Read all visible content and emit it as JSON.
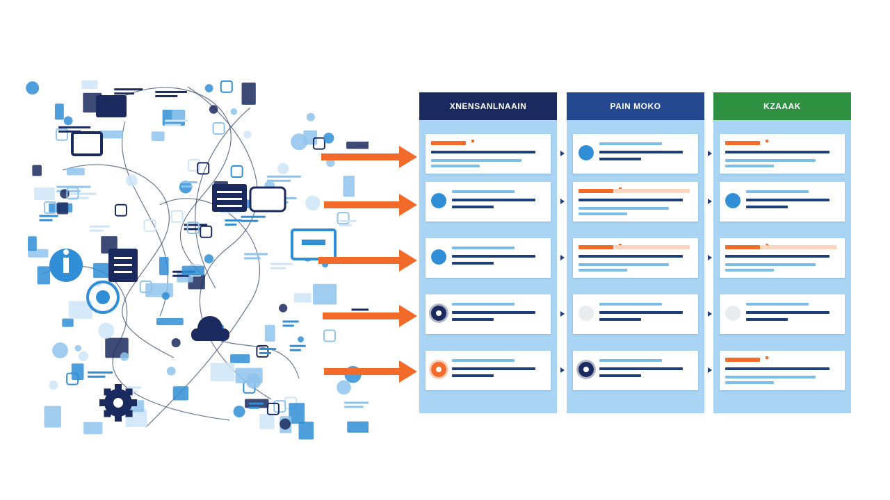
{
  "columns": [
    {
      "id": "col-1",
      "title": "XNENSANLNAAIN",
      "header_color": "#1b2a5e"
    },
    {
      "id": "col-2",
      "title": "PAIN MOKO",
      "header_color": "#23488f"
    },
    {
      "id": "col-3",
      "title": "KZAAAK",
      "header_color": "#2e9142"
    }
  ],
  "colors": {
    "column_bg": "#a9d4f3",
    "arrow": "#f26b2a",
    "card_bg": "#ffffff",
    "text_bar_dark": "#1f3f7a",
    "text_bar_light": "#79bde8",
    "highlight": "#f26b2a",
    "icon_blue": "#2f8ed6",
    "icon_navy": "#1b2a5e",
    "icon_orange": "#f26b2a",
    "icon_gray": "#e8ecef"
  },
  "cards": [
    [
      {
        "icon": "none",
        "style": "orange-heading"
      },
      {
        "icon": "speech-bubble-icon",
        "icon_color": "blue"
      },
      {
        "icon": "speech-bubble-icon",
        "icon_color": "blue"
      },
      {
        "icon": "gear-icon",
        "icon_color": "navy"
      },
      {
        "icon": "gear-icon",
        "icon_color": "orange"
      }
    ],
    [
      {
        "icon": "circle-icon",
        "icon_color": "blue"
      },
      {
        "icon": "none",
        "style": "orange-heading"
      },
      {
        "icon": "none",
        "style": "orange-heading"
      },
      {
        "icon": "circle-icon",
        "icon_color": "gray"
      },
      {
        "icon": "gear-icon",
        "icon_color": "navy"
      }
    ],
    [
      {
        "icon": "none",
        "style": "orange-heading"
      },
      {
        "icon": "circle-icon",
        "icon_color": "blue"
      },
      {
        "icon": "none",
        "style": "orange-heading"
      },
      {
        "icon": "circle-icon",
        "icon_color": "gray"
      },
      {
        "icon": "none",
        "style": "orange-heading"
      }
    ]
  ],
  "arrows": {
    "count": 5,
    "icon": "arrow-right-icon"
  },
  "cloud": {
    "icons": [
      "gear-icon",
      "info-icon",
      "chat-icon",
      "document-icon",
      "monitor-icon",
      "database-icon",
      "cloud-icon",
      "target-icon",
      "network-lines-icon"
    ]
  }
}
